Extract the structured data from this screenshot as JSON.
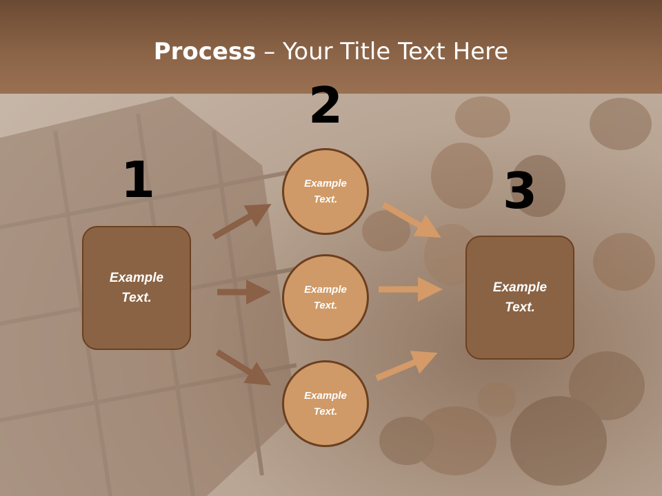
{
  "header": {
    "title_bold": "Process",
    "title_rest": " – Your Title Text Here"
  },
  "steps": {
    "one": "1",
    "two": "2",
    "three": "3"
  },
  "left_box": {
    "text": "Example\nText."
  },
  "circles": [
    {
      "text": "Example\nText."
    },
    {
      "text": "Example\nText."
    },
    {
      "text": "Example\nText."
    }
  ],
  "right_box": {
    "text": "Example\nText."
  },
  "colors": {
    "header": "#8a6346",
    "box": "#8a6344",
    "circle": "#cf9a68",
    "arrow_dark": "#8a6046",
    "arrow_light": "#d49a68"
  }
}
